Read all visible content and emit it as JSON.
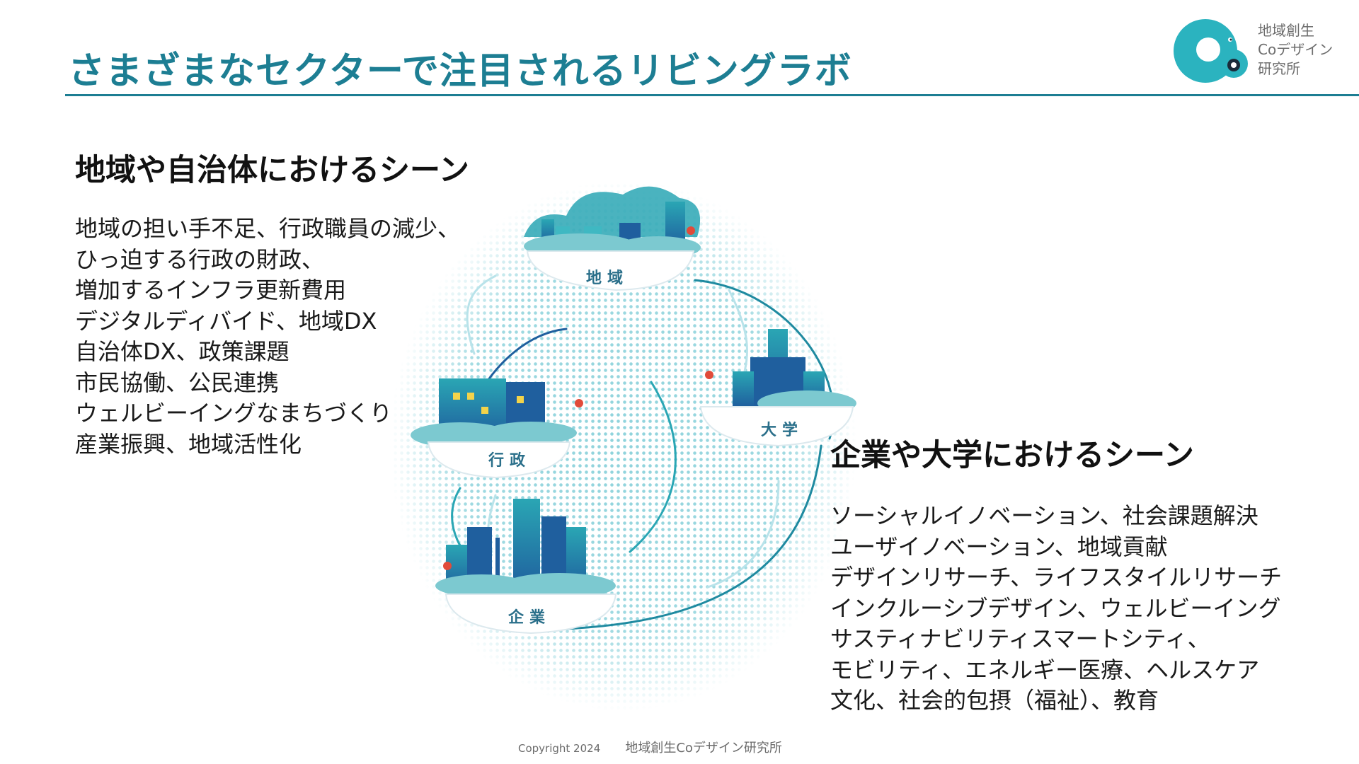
{
  "header": {
    "title": "さまざまなセクターで注目されるリビングラボ"
  },
  "logo": {
    "lines": [
      "地域創生",
      "Coデザイン",
      "研究所"
    ]
  },
  "left_section": {
    "heading": "地域や自治体におけるシーン",
    "items": [
      "地域の担い手不足、行政職員の減少、",
      "ひっ迫する行政の財政、",
      "増加するインフラ更新費用",
      "デジタルディバイド、地域DX",
      "自治体DX、政策課題",
      "市民協働、公民連携",
      "ウェルビーイングなまちづくり",
      "産業振興、地域活性化"
    ]
  },
  "right_section": {
    "heading": "企業や大学におけるシーン",
    "items": [
      "ソーシャルイノベーション、社会課題解決",
      "ユーザイノベーション、地域貢献",
      "デザインリサーチ、ライフスタイルリサーチ",
      "インクルーシブデザイン、ウェルビーイング",
      "サスティナビリティスマートシティ、",
      "モビリティ、エネルギー医療、ヘルスケア",
      "文化、社会的包摂（福祉）、教育"
    ]
  },
  "illustration": {
    "labels": {
      "region": "地域",
      "university": "大学",
      "government": "行政",
      "company": "企業"
    }
  },
  "footer": {
    "copyright": "Copyright 2024",
    "organization": "地域創生Coデザイン研究所"
  },
  "colors": {
    "title": "#1d7e93",
    "accent": "#2aa6b4",
    "logo": "#2bb3bf"
  }
}
